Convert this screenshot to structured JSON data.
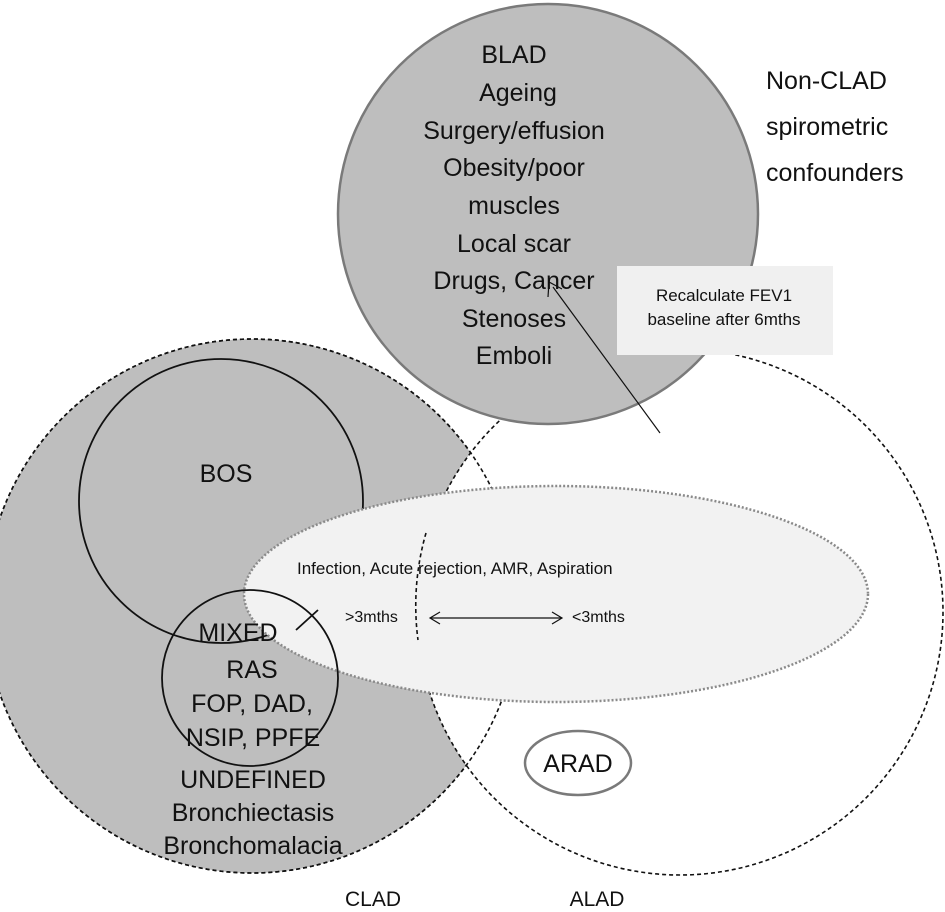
{
  "blad": {
    "lines": [
      "BLAD",
      "Ageing",
      "Surgery/effusion",
      "Obesity/poor",
      "muscles",
      "Local scar",
      "Drugs, Cancer",
      "Stenoses",
      "Emboli"
    ]
  },
  "non_clad": {
    "lines": [
      "Non-CLAD",
      "spirometric",
      "confounders"
    ]
  },
  "recalculate_box": {
    "lines": [
      "Recalculate FEV1",
      "baseline after 6mths"
    ]
  },
  "bos_label": "BOS",
  "infection": {
    "text": "Infection, Acute rejection, AMR, Aspiration",
    "left": ">3mths",
    "right": "<3mths"
  },
  "clad_inner": {
    "lines": [
      "MIXED",
      "RAS",
      "FOP, DAD,",
      "NSIP, PPFE",
      "UNDEFINED",
      "Bronchiectasis",
      "Bronchomalacia"
    ]
  },
  "arad_label": "ARAD",
  "bottom_labels": {
    "clad": "CLAD",
    "alad": "ALAD"
  },
  "colors": {
    "gray_fill": "#bebebe",
    "light_fill": "#f2f2f2",
    "box_fill": "#f0f0f0",
    "stroke": "#111111",
    "solid_gray_stroke": "#7a7a7a"
  }
}
